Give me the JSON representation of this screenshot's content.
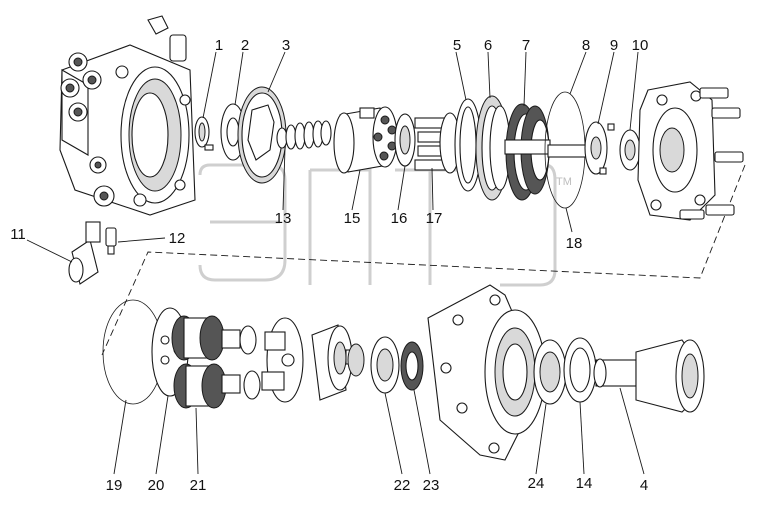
{
  "diagram": {
    "watermark_tm": "TM",
    "callouts": [
      {
        "id": "c1",
        "label": "1"
      },
      {
        "id": "c2",
        "label": "2"
      },
      {
        "id": "c3",
        "label": "3"
      },
      {
        "id": "c5",
        "label": "5"
      },
      {
        "id": "c6",
        "label": "6"
      },
      {
        "id": "c7",
        "label": "7"
      },
      {
        "id": "c8",
        "label": "8"
      },
      {
        "id": "c9",
        "label": "9"
      },
      {
        "id": "c10",
        "label": "10"
      },
      {
        "id": "c11",
        "label": "11"
      },
      {
        "id": "c12",
        "label": "12"
      },
      {
        "id": "c13",
        "label": "13"
      },
      {
        "id": "c15",
        "label": "15"
      },
      {
        "id": "c16",
        "label": "16"
      },
      {
        "id": "c17",
        "label": "17"
      },
      {
        "id": "c18",
        "label": "18"
      },
      {
        "id": "c19",
        "label": "19"
      },
      {
        "id": "c20",
        "label": "20"
      },
      {
        "id": "c21",
        "label": "21"
      },
      {
        "id": "c22",
        "label": "22"
      },
      {
        "id": "c23",
        "label": "23"
      },
      {
        "id": "c24",
        "label": "24"
      },
      {
        "id": "c14",
        "label": "14"
      },
      {
        "id": "c4",
        "label": "4"
      }
    ]
  }
}
